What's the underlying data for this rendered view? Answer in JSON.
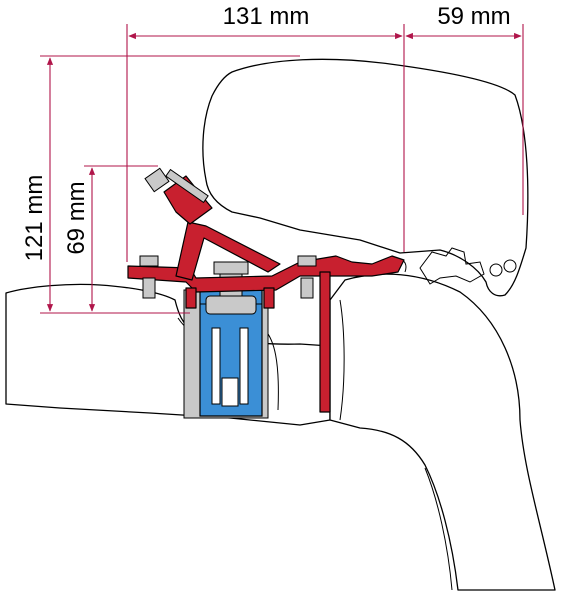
{
  "dimensions": {
    "width_main": "131 mm",
    "width_extension": "59 mm",
    "height_total": "121 mm",
    "height_bracket": "69 mm"
  },
  "colors": {
    "dimension_line": "#b0154a",
    "adapter_bracket": "#c8202f",
    "rail_channel": "#3b8fd6",
    "outline": "#000000"
  }
}
